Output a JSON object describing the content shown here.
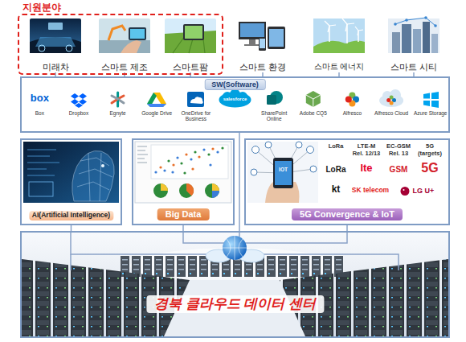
{
  "diagram": {
    "nodes": [
      {
        "text": [
          "지원분야"
        ]
      },
      {
        "text": [
          "미래차"
        ],
        "in": 0
      },
      {
        "text": [
          "스마트 제조"
        ],
        "in": 0
      },
      {
        "text": [
          "스마트팜"
        ],
        "in": 0
      },
      {
        "text": [
          "스마트 환경"
        ]
      },
      {
        "text": [
          "스마트 에너지"
        ]
      },
      {
        "text": [
          "스마트 시티"
        ]
      },
      {
        "text": [
          "SW(Software)"
        ]
      },
      {
        "text": [
          "AI(Artificial Intelligence)"
        ]
      },
      {
        "text": [
          "Big Data"
        ]
      },
      {
        "text": [
          "5G Convergence & IoT"
        ]
      },
      {
        "text": [
          "경북 클라우드 데이터 센터"
        ]
      }
    ],
    "edges": [
      {
        "from": 11,
        "to": 8,
        "arrow": "none"
      },
      {
        "from": 11,
        "to": 9,
        "arrow": "none"
      },
      {
        "from": 11,
        "to": 10,
        "arrow": "none"
      },
      {
        "from": 11,
        "to": 7,
        "arrow": "none"
      },
      {
        "from": 7,
        "to": 1,
        "arrow": "none"
      },
      {
        "from": 7,
        "to": 2,
        "arrow": "none"
      },
      {
        "from": 7,
        "to": 3,
        "arrow": "none"
      },
      {
        "from": 7,
        "to": 4,
        "arrow": "none"
      },
      {
        "from": 7,
        "to": 5,
        "arrow": "none"
      },
      {
        "from": 7,
        "to": 6,
        "arrow": "none"
      }
    ],
    "labels": [
      "box",
      "Box",
      "Dropbox",
      "Egnyte",
      "Google Drive",
      "OneDrive for Business",
      "salesforce",
      "SharePoint Online",
      "Adobe CQ5",
      "Alfresco",
      "Alfresco Cloud",
      "Azure Storage",
      "IOT",
      "LoRa",
      "LTE-M Rel. 12/13",
      "EC-GSM Rel. 13",
      "5G (targets)",
      "LoRa",
      "lte",
      "GSM",
      "5G",
      "kt",
      "SK telecom",
      "LG U+"
    ]
  }
}
